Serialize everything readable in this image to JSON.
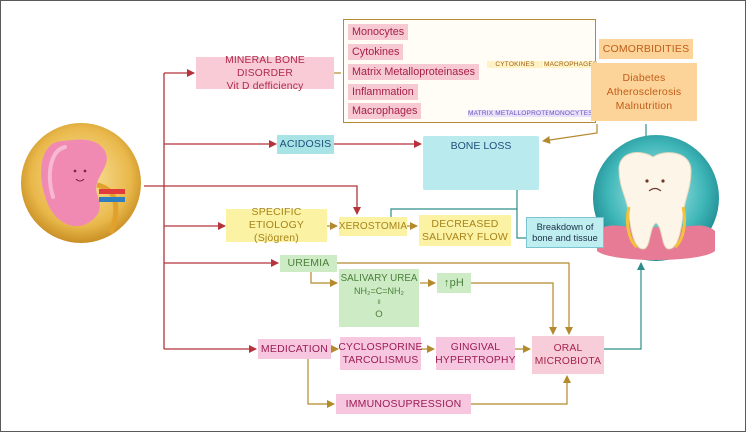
{
  "colors": {
    "arrow_red": "#b5333b",
    "arrow_olive": "#b38a2c",
    "arrow_teal": "#2d8d8b",
    "arrow_blue": "#3aa6c4"
  },
  "icons": [
    "kidney-illustration",
    "tooth-illustration",
    "bone-illustration",
    "cytokines-illustration",
    "macrophage-cell-illustration",
    "mmp-molecule-illustration",
    "monocyte-cell-illustration"
  ],
  "mediators": {
    "items": [
      "Monocytes",
      "Cytokines",
      "Matrix Metalloproteinases",
      "Inflammation",
      "Macrophages"
    ],
    "labels": {
      "cytokines": "CYTOKINES",
      "macrophages": "MACROPHAGES",
      "mmp": "MATRIX METALLOPROTEINASES",
      "monocytes": "MONOCYTES"
    }
  },
  "nodes": {
    "mbd_line1": "MINERAL BONE DISORDER",
    "mbd_line2": "Vit D defficiency",
    "acidosis": "ACIDOSIS",
    "bone_loss": "BONE LOSS",
    "comorbidities": "COMORBIDITIES",
    "comorbidities_list": [
      "Diabetes",
      "Atherosclerosis",
      "Malnutrition"
    ],
    "etiology_line1": "SPECIFIC ETIOLOGY",
    "etiology_line2": "(Sjögren)",
    "xerostomia": "XEROSTOMIA",
    "salivary_flow_line1": "DECREASED",
    "salivary_flow_line2": "SALIVARY FLOW",
    "breakdown_line1": "Breakdown of",
    "breakdown_line2": "bone and tissue",
    "uremia": "UREMIA",
    "urea_line1": "SALIVARY UREA",
    "urea_formula": "NH₂=C=NH₂",
    "urea_bond": "II",
    "urea_oxygen": "O",
    "ph": "↑pH",
    "medication": "MEDICATION",
    "drug_line1": "CYCLOSPORINE",
    "drug_line2": "TARCOLISMUS",
    "gingival_line1": "GINGIVAL",
    "gingival_line2": "HYPERTROPHY",
    "oral_line1": "ORAL",
    "oral_line2": "MICROBIOTA",
    "immuno": "IMMUNOSUPRESSION"
  }
}
